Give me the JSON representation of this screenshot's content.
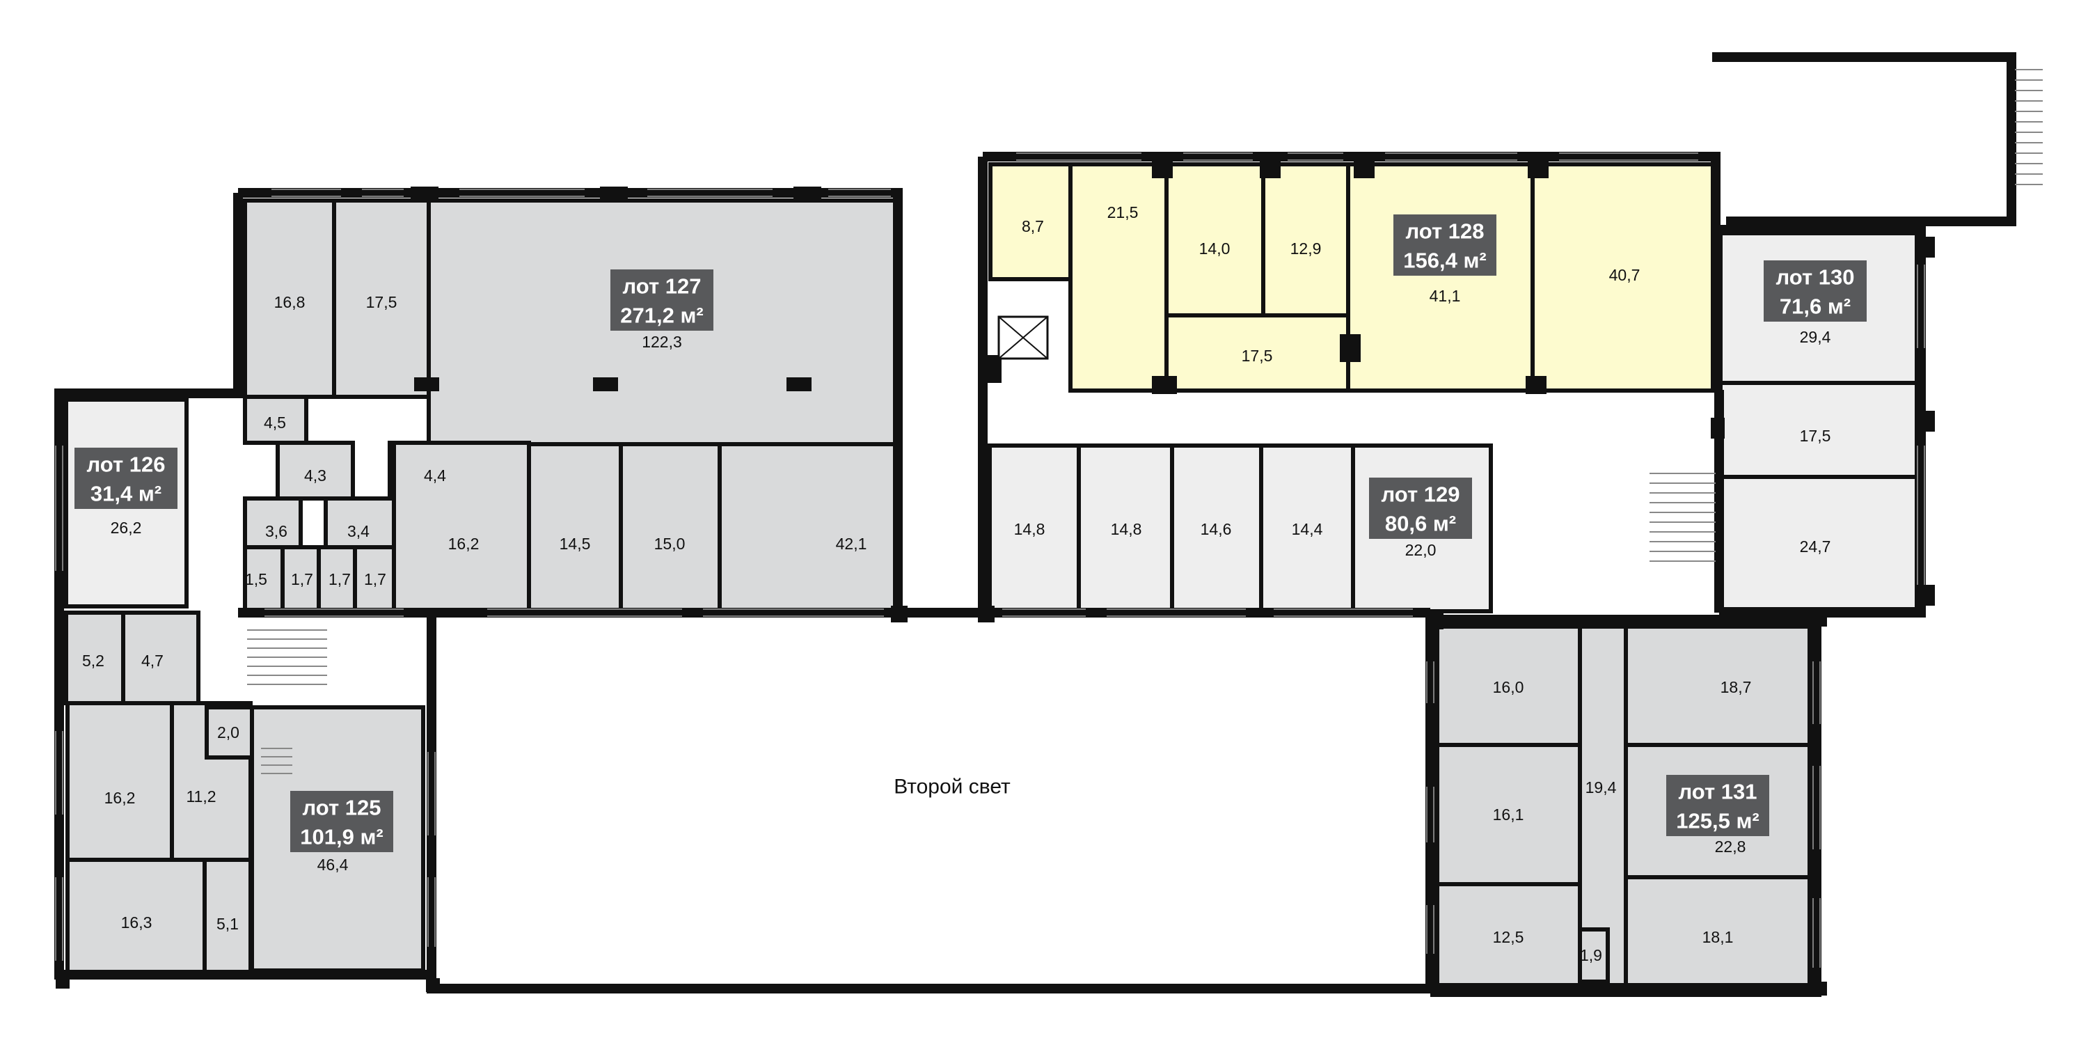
{
  "colors": {
    "lot_grey": "#d9dadb",
    "lot_light": "#eeeeee",
    "lot_yellow": "#fdfbcf",
    "lot_badge": "#58595b",
    "wall": "#111111"
  },
  "second_light": "Второй свет",
  "lots": [
    {
      "id": "125",
      "title": "лот 125",
      "area": "101,9 м²"
    },
    {
      "id": "126",
      "title": "лот 126",
      "area": "31,4 м²"
    },
    {
      "id": "127",
      "title": "лот 127",
      "area": "271,2 м²"
    },
    {
      "id": "128",
      "title": "лот 128",
      "area": "156,4 м²"
    },
    {
      "id": "129",
      "title": "лот 129",
      "area": "80,6 м²"
    },
    {
      "id": "130",
      "title": "лот 130",
      "area": "71,6 м²"
    },
    {
      "id": "131",
      "title": "лот 131",
      "area": "125,5 м²"
    }
  ],
  "rooms": [
    {
      "lot": "127",
      "area": "16,8"
    },
    {
      "lot": "127",
      "area": "17,5"
    },
    {
      "lot": "127",
      "area": "122,3"
    },
    {
      "lot": "127",
      "area": "4,5"
    },
    {
      "lot": "127",
      "area": "4,3"
    },
    {
      "lot": "127",
      "area": "4,4"
    },
    {
      "lot": "127",
      "area": "3,6"
    },
    {
      "lot": "127",
      "area": "3,4"
    },
    {
      "lot": "127",
      "area": "1,5"
    },
    {
      "lot": "127",
      "area": "1,7"
    },
    {
      "lot": "127",
      "area": "1,7"
    },
    {
      "lot": "127",
      "area": "1,7"
    },
    {
      "lot": "127",
      "area": "16,2"
    },
    {
      "lot": "127",
      "area": "14,5"
    },
    {
      "lot": "127",
      "area": "15,0"
    },
    {
      "lot": "127",
      "area": "42,1"
    },
    {
      "lot": "126",
      "area": "26,2"
    },
    {
      "lot": "125",
      "area": "5,2"
    },
    {
      "lot": "125",
      "area": "4,7"
    },
    {
      "lot": "125",
      "area": "16,2"
    },
    {
      "lot": "125",
      "area": "11,2"
    },
    {
      "lot": "125",
      "area": "2,0"
    },
    {
      "lot": "125",
      "area": "46,4"
    },
    {
      "lot": "125",
      "area": "16,3"
    },
    {
      "lot": "125",
      "area": "5,1"
    },
    {
      "lot": "128",
      "area": "8,7"
    },
    {
      "lot": "128",
      "area": "21,5"
    },
    {
      "lot": "128",
      "area": "14,0"
    },
    {
      "lot": "128",
      "area": "12,9"
    },
    {
      "lot": "128",
      "area": "17,5"
    },
    {
      "lot": "128",
      "area": "41,1"
    },
    {
      "lot": "128",
      "area": "40,7"
    },
    {
      "lot": "129",
      "area": "14,8"
    },
    {
      "lot": "129",
      "area": "14,8"
    },
    {
      "lot": "129",
      "area": "14,6"
    },
    {
      "lot": "129",
      "area": "14,4"
    },
    {
      "lot": "129",
      "area": "22,0"
    },
    {
      "lot": "130",
      "area": "29,4"
    },
    {
      "lot": "130",
      "area": "17,5"
    },
    {
      "lot": "130",
      "area": "24,7"
    },
    {
      "lot": "131",
      "area": "16,0"
    },
    {
      "lot": "131",
      "area": "18,7"
    },
    {
      "lot": "131",
      "area": "19,4"
    },
    {
      "lot": "131",
      "area": "16,1"
    },
    {
      "lot": "131",
      "area": "22,8"
    },
    {
      "lot": "131",
      "area": "12,5"
    },
    {
      "lot": "131",
      "area": "1,9"
    },
    {
      "lot": "131",
      "area": "18,1"
    }
  ]
}
